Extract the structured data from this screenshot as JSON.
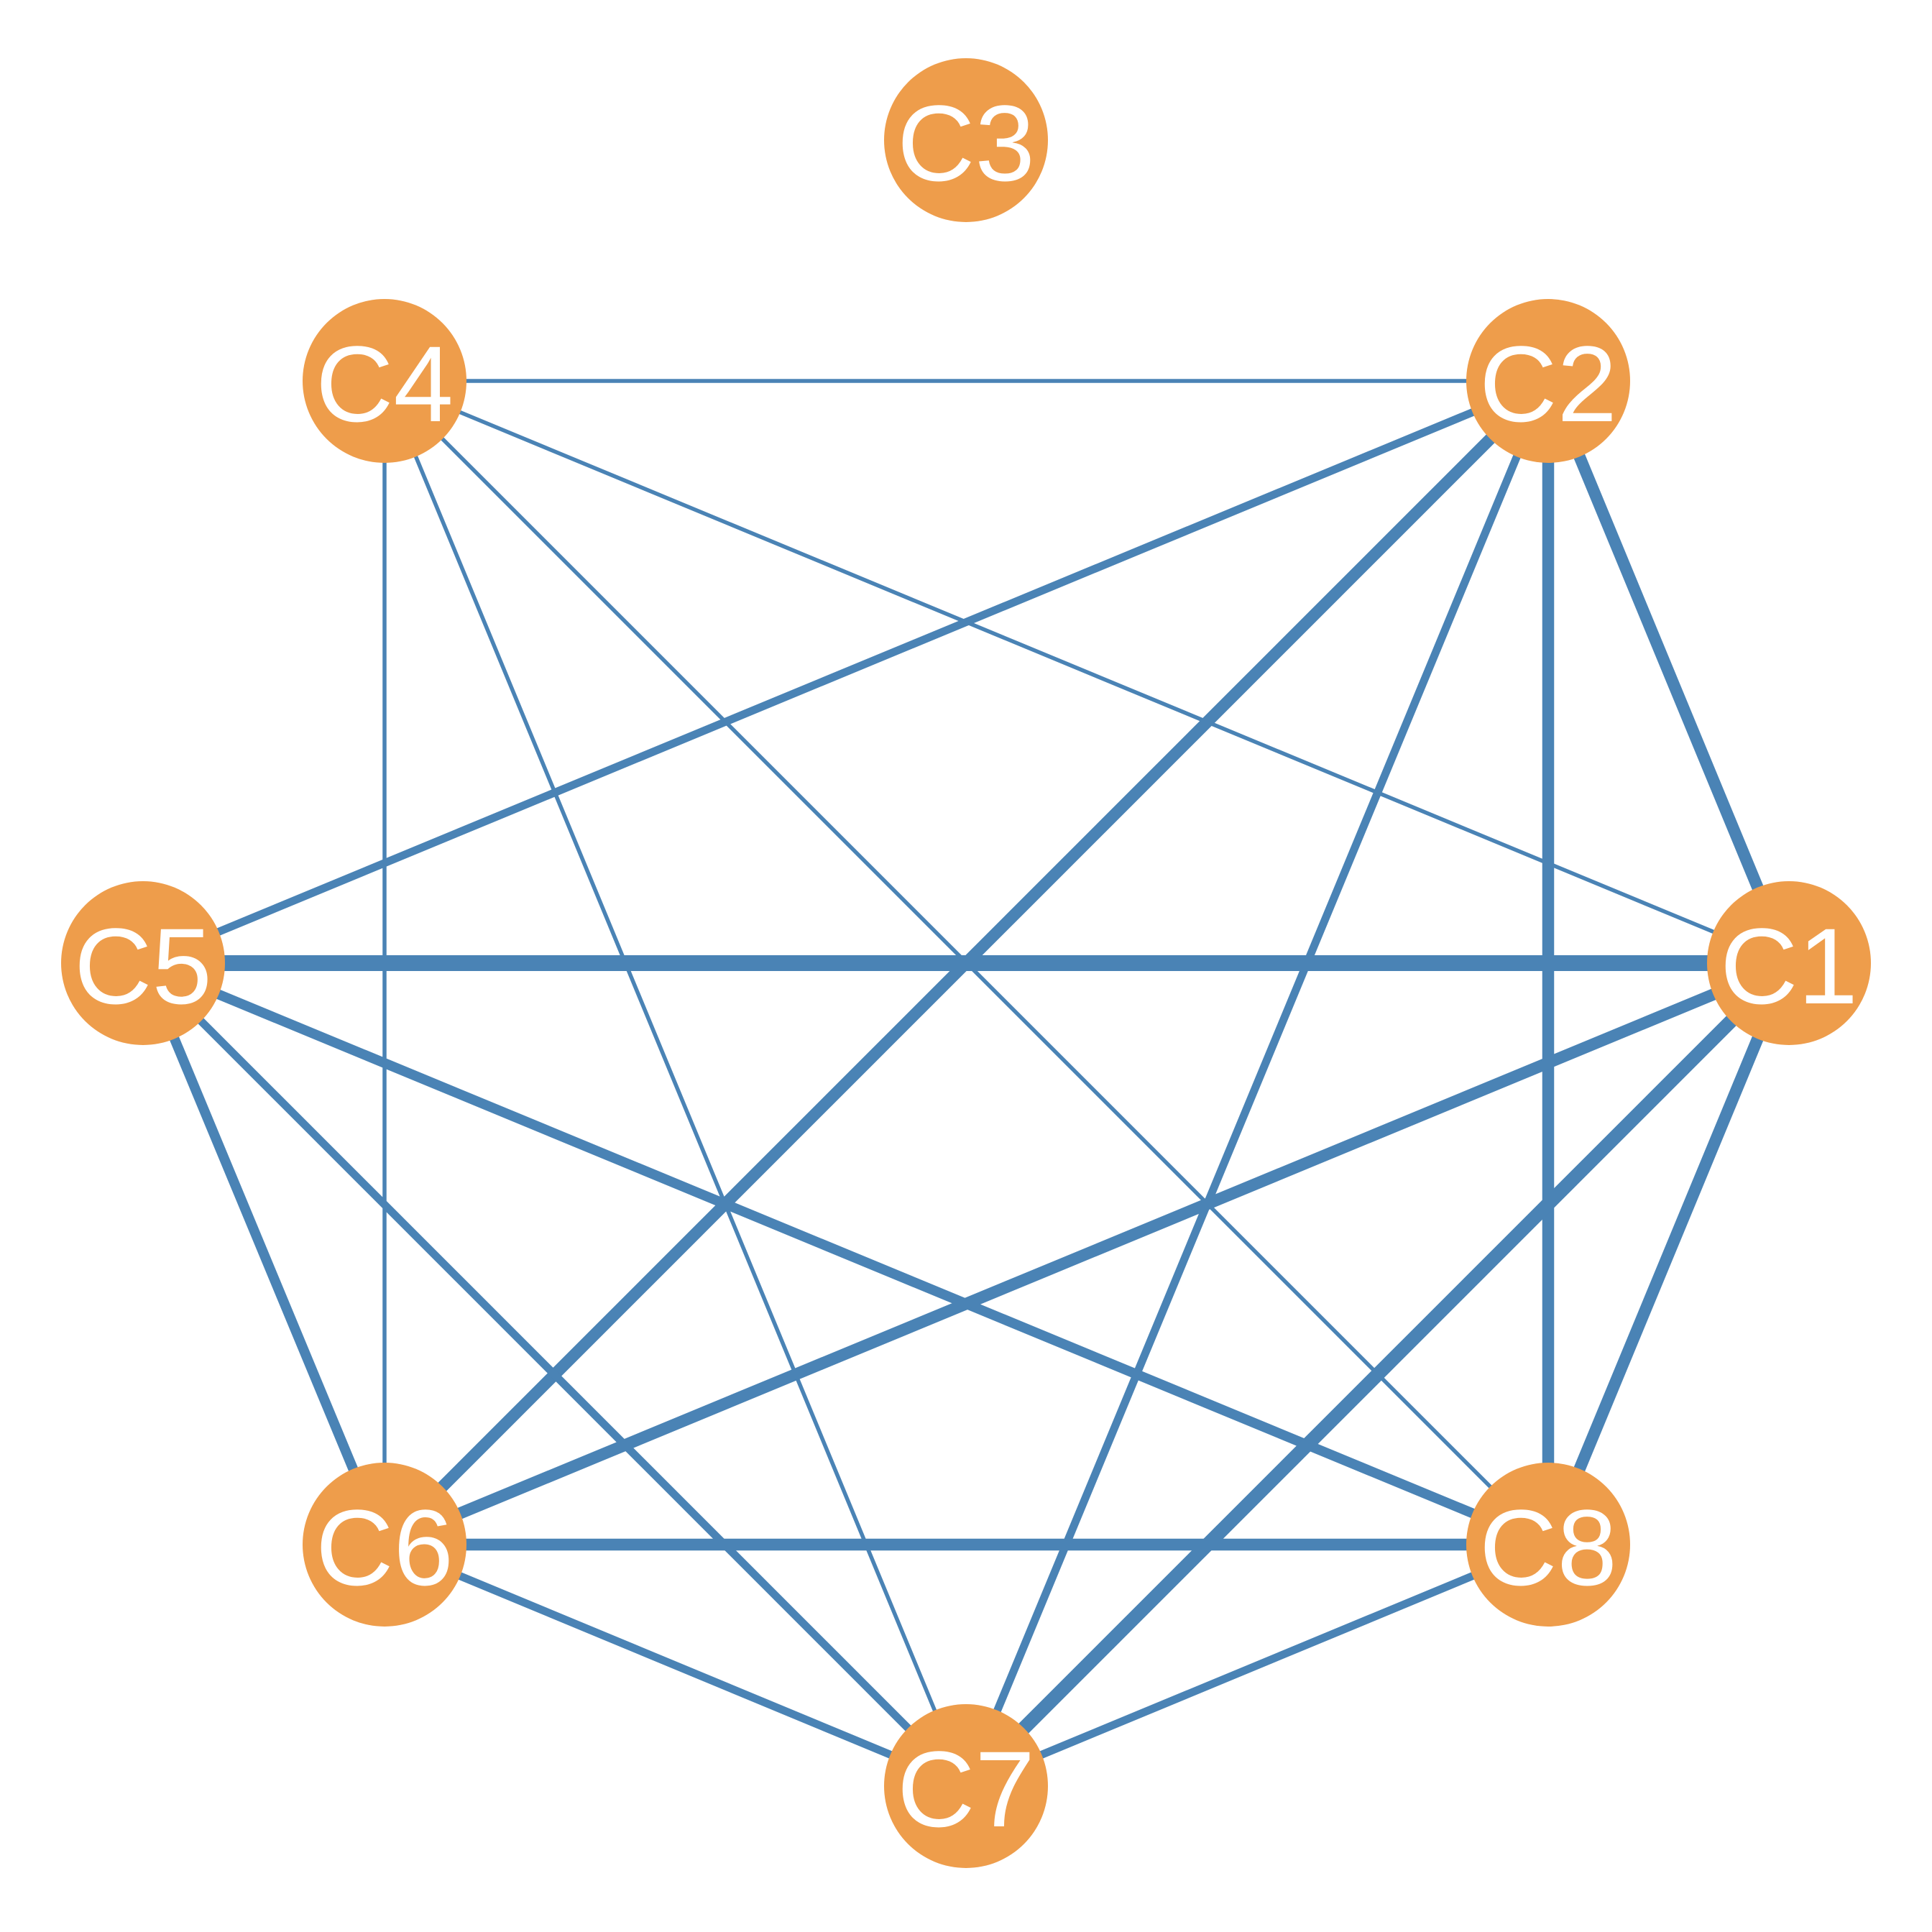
{
  "colors": {
    "node_fill": "#EE9D4B",
    "edge_stroke": "#4A83B5",
    "background": "#FFFFFF"
  },
  "nodes": [
    {
      "id": "C1",
      "label": "C1"
    },
    {
      "id": "C2",
      "label": "C2"
    },
    {
      "id": "C3",
      "label": "C3"
    },
    {
      "id": "C4",
      "label": "C4"
    },
    {
      "id": "C5",
      "label": "C5"
    },
    {
      "id": "C6",
      "label": "C6"
    },
    {
      "id": "C7",
      "label": "C7"
    },
    {
      "id": "C8",
      "label": "C8"
    }
  ],
  "edges": [
    {
      "source": "C4",
      "target": "C2",
      "weight": 1
    },
    {
      "source": "C4",
      "target": "C6",
      "weight": 1
    },
    {
      "source": "C4",
      "target": "C1",
      "weight": 1
    },
    {
      "source": "C4",
      "target": "C8",
      "weight": 1
    },
    {
      "source": "C4",
      "target": "C7",
      "weight": 1
    },
    {
      "source": "C2",
      "target": "C5",
      "weight": 2
    },
    {
      "source": "C2",
      "target": "C6",
      "weight": 3
    },
    {
      "source": "C2",
      "target": "C7",
      "weight": 2
    },
    {
      "source": "C2",
      "target": "C8",
      "weight": 3
    },
    {
      "source": "C2",
      "target": "C1",
      "weight": 3
    },
    {
      "source": "C5",
      "target": "C1",
      "weight": 4
    },
    {
      "source": "C5",
      "target": "C8",
      "weight": 2.5
    },
    {
      "source": "C5",
      "target": "C7",
      "weight": 2
    },
    {
      "source": "C5",
      "target": "C6",
      "weight": 2.5
    },
    {
      "source": "C1",
      "target": "C6",
      "weight": 3
    },
    {
      "source": "C1",
      "target": "C7",
      "weight": 3.5
    },
    {
      "source": "C1",
      "target": "C8",
      "weight": 3
    },
    {
      "source": "C6",
      "target": "C8",
      "weight": 3
    },
    {
      "source": "C6",
      "target": "C7",
      "weight": 2
    },
    {
      "source": "C8",
      "target": "C7",
      "weight": 2
    }
  ]
}
